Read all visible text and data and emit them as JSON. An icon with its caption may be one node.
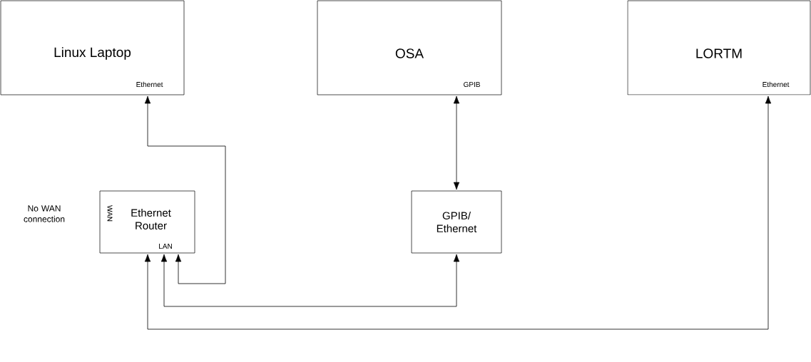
{
  "diagram": {
    "nodes": [
      {
        "text": [
          "Linux Laptop",
          "Ethernet"
        ]
      },
      {
        "text": [
          "OSA",
          "GPIB"
        ]
      },
      {
        "text": [
          "LORTM",
          "Ethernet"
        ]
      },
      {
        "text": [
          "Ethernet Router",
          "WAN",
          "LAN"
        ]
      },
      {
        "text": [
          "GPIB/ Ethernet"
        ]
      }
    ],
    "edges": [
      {
        "from": 3,
        "to": 0,
        "arrow": "both"
      },
      {
        "from": 1,
        "to": 4,
        "arrow": "both"
      },
      {
        "from": 3,
        "to": 4,
        "arrow": "both"
      },
      {
        "from": 3,
        "to": 2,
        "arrow": "both"
      }
    ],
    "labels": [
      "No WAN connection"
    ]
  }
}
